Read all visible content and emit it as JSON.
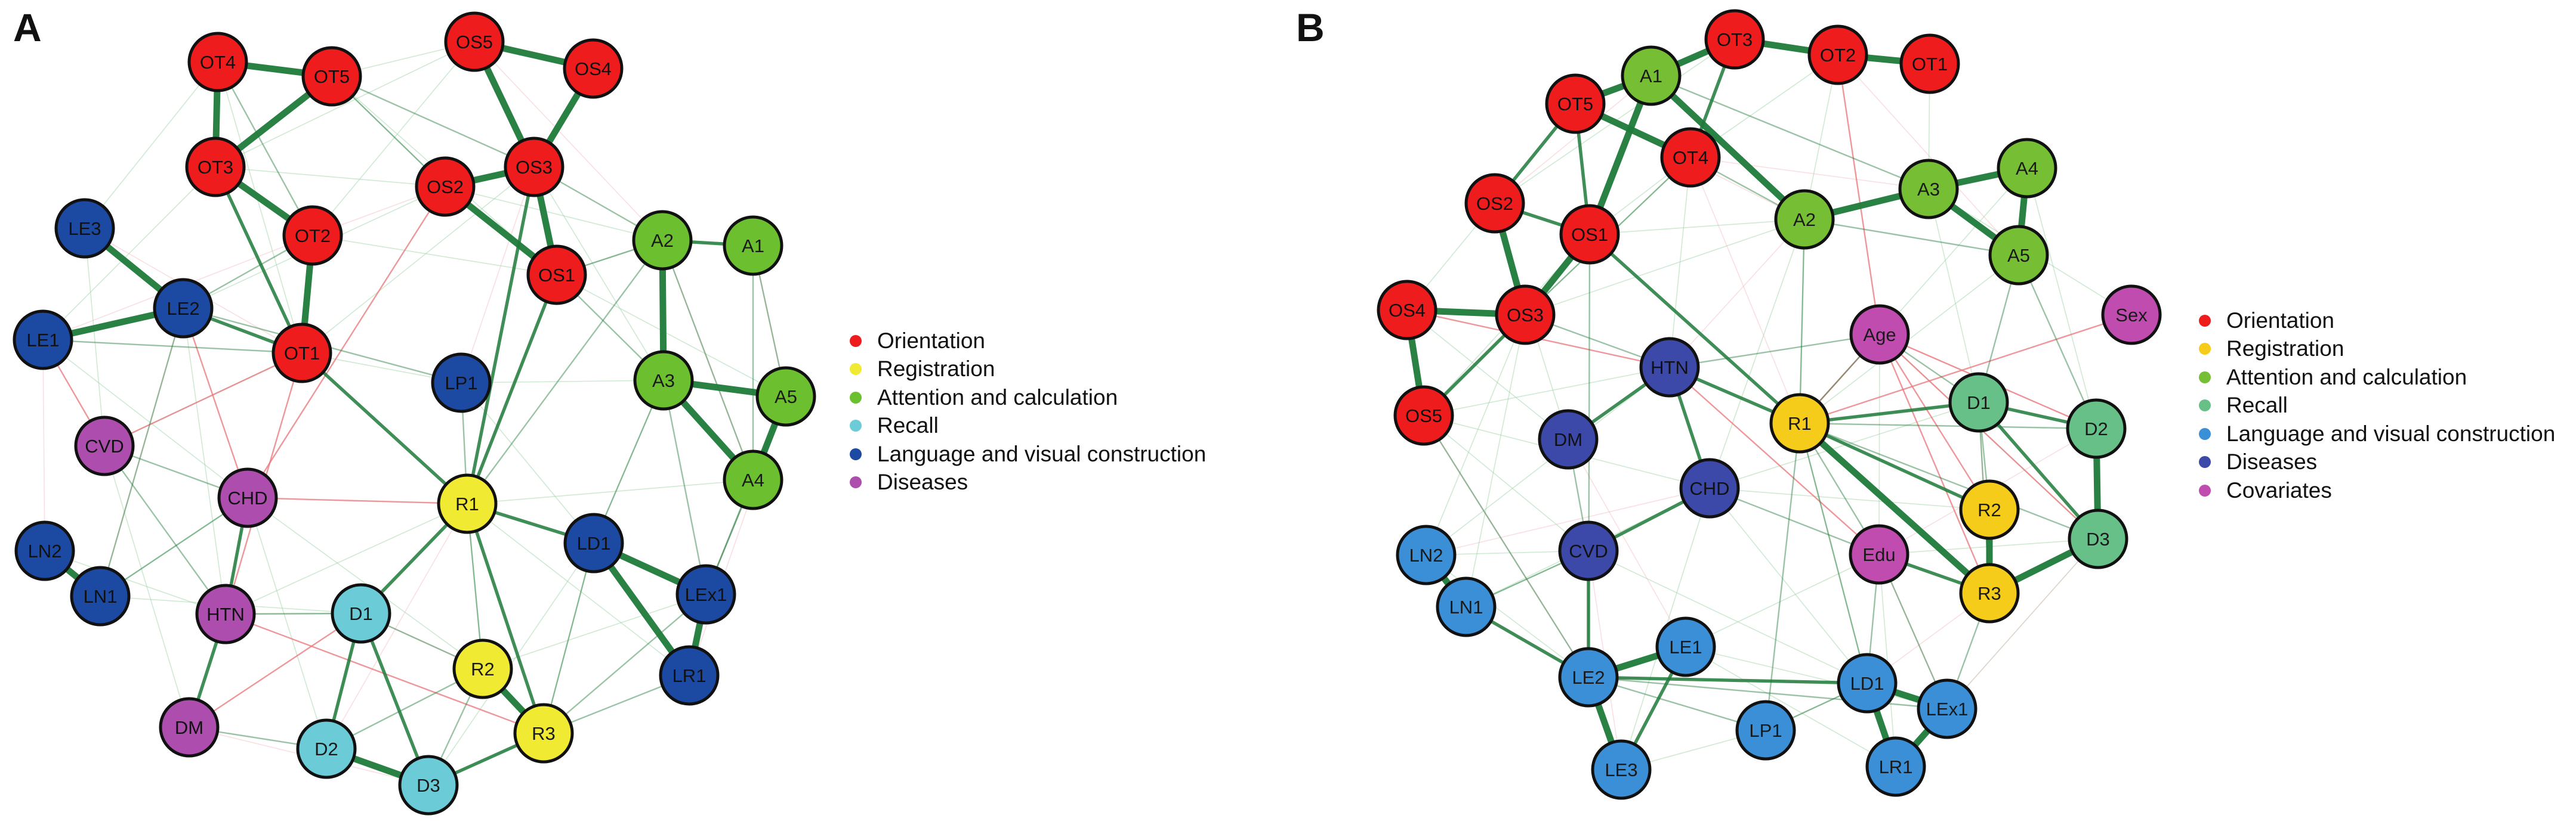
{
  "panels": [
    {
      "letter": "A",
      "colors": {
        "Orientation": "#ee1c1c",
        "Registration": "#f0ea33",
        "Attention and calculation": "#6cbf2e",
        "Recall": "#6bccd8",
        "Language and visual construction": "#1c4aa3",
        "Diseases": "#ad4eaf"
      },
      "legend": [
        {
          "label": "Orientation",
          "color": "#ee1c1c"
        },
        {
          "label": "Registration",
          "color": "#f0ea33"
        },
        {
          "label": "Attention and calculation",
          "color": "#6cbf2e"
        },
        {
          "label": "Recall",
          "color": "#6bccd8"
        },
        {
          "label": "Language and visual construction",
          "color": "#1c4aa3"
        },
        {
          "label": "Diseases",
          "color": "#ad4eaf"
        }
      ],
      "nodes": [
        {
          "label": "OT4",
          "group": "Orientation"
        },
        {
          "label": "OT5",
          "group": "Orientation"
        },
        {
          "label": "OS5",
          "group": "Orientation"
        },
        {
          "label": "OS4",
          "group": "Orientation"
        },
        {
          "label": "OT3",
          "group": "Orientation"
        },
        {
          "label": "OS2",
          "group": "Orientation"
        },
        {
          "label": "OS3",
          "group": "Orientation"
        },
        {
          "label": "OT2",
          "group": "Orientation"
        },
        {
          "label": "OS1",
          "group": "Orientation"
        },
        {
          "label": "OT1",
          "group": "Orientation"
        },
        {
          "label": "A2",
          "group": "Attention and calculation"
        },
        {
          "label": "A1",
          "group": "Attention and calculation"
        },
        {
          "label": "A3",
          "group": "Attention and calculation"
        },
        {
          "label": "A5",
          "group": "Attention and calculation"
        },
        {
          "label": "A4",
          "group": "Attention and calculation"
        },
        {
          "label": "LE3",
          "group": "Language and visual construction"
        },
        {
          "label": "LE2",
          "group": "Language and visual construction"
        },
        {
          "label": "LE1",
          "group": "Language and visual construction"
        },
        {
          "label": "LP1",
          "group": "Language and visual construction"
        },
        {
          "label": "LN2",
          "group": "Language and visual construction"
        },
        {
          "label": "LN1",
          "group": "Language and visual construction"
        },
        {
          "label": "LD1",
          "group": "Language and visual construction"
        },
        {
          "label": "LEx1",
          "group": "Language and visual construction"
        },
        {
          "label": "LR1",
          "group": "Language and visual construction"
        },
        {
          "label": "CVD",
          "group": "Diseases"
        },
        {
          "label": "CHD",
          "group": "Diseases"
        },
        {
          "label": "HTN",
          "group": "Diseases"
        },
        {
          "label": "DM",
          "group": "Diseases"
        },
        {
          "label": "R1",
          "group": "Registration"
        },
        {
          "label": "R2",
          "group": "Registration"
        },
        {
          "label": "R3",
          "group": "Registration"
        },
        {
          "label": "D1",
          "group": "Recall"
        },
        {
          "label": "D2",
          "group": "Recall"
        },
        {
          "label": "D3",
          "group": "Recall"
        }
      ],
      "edges": [
        [
          "OT4",
          "OT5",
          "s"
        ],
        [
          "OT4",
          "OT3",
          "s"
        ],
        [
          "OT5",
          "OT3",
          "s"
        ],
        [
          "OT3",
          "OT2",
          "s"
        ],
        [
          "OT2",
          "OT1",
          "s"
        ],
        [
          "OT3",
          "OT1",
          "m"
        ],
        [
          "OT5",
          "OS3",
          "w"
        ],
        [
          "OT5",
          "OS2",
          "w"
        ],
        [
          "OT4",
          "OT2",
          "w"
        ],
        [
          "OS5",
          "OS4",
          "s"
        ],
        [
          "OS5",
          "OS3",
          "s"
        ],
        [
          "OS4",
          "OS3",
          "s"
        ],
        [
          "OS2",
          "OS3",
          "s"
        ],
        [
          "OS2",
          "OS1",
          "s"
        ],
        [
          "OS3",
          "OS1",
          "s"
        ],
        [
          "OS3",
          "R1",
          "m"
        ],
        [
          "OS1",
          "R1",
          "m"
        ],
        [
          "OS3",
          "A2",
          "w"
        ],
        [
          "OS1",
          "A2",
          "w"
        ],
        [
          "OS1",
          "A3",
          "w"
        ],
        [
          "OT1",
          "R1",
          "m"
        ],
        [
          "A2",
          "A1",
          "m"
        ],
        [
          "A2",
          "A3",
          "s"
        ],
        [
          "A3",
          "A5",
          "s"
        ],
        [
          "A5",
          "A4",
          "s"
        ],
        [
          "A3",
          "A4",
          "s"
        ],
        [
          "A2",
          "A4",
          "w"
        ],
        [
          "A1",
          "A4",
          "w"
        ],
        [
          "LE3",
          "LE2",
          "s"
        ],
        [
          "LE2",
          "LE1",
          "s"
        ],
        [
          "LE2",
          "OT1",
          "m"
        ],
        [
          "LE2",
          "OT2",
          "w"
        ],
        [
          "LE2",
          "LP1",
          "w"
        ],
        [
          "LN2",
          "LN1",
          "s"
        ],
        [
          "LD1",
          "LEx1",
          "s"
        ],
        [
          "LD1",
          "LR1",
          "s"
        ],
        [
          "LEx1",
          "LR1",
          "s"
        ],
        [
          "LP1",
          "R1",
          "w"
        ],
        [
          "R1",
          "R2",
          "w"
        ],
        [
          "R1",
          "R3",
          "m"
        ],
        [
          "R2",
          "R3",
          "s"
        ],
        [
          "R1",
          "D1",
          "m"
        ],
        [
          "R1",
          "LD1",
          "m"
        ],
        [
          "D3",
          "R3",
          "m"
        ],
        [
          "D1",
          "D2",
          "m"
        ],
        [
          "D1",
          "D3",
          "m"
        ],
        [
          "D2",
          "D3",
          "s"
        ],
        [
          "D2",
          "R2",
          "w"
        ],
        [
          "D3",
          "R2",
          "w"
        ],
        [
          "D1",
          "R2",
          "w"
        ],
        [
          "CHD",
          "HTN",
          "m"
        ],
        [
          "HTN",
          "DM",
          "m"
        ],
        [
          "CVD",
          "CHD",
          "w"
        ],
        [
          "CVD",
          "HTN",
          "w"
        ],
        [
          "CHD",
          "LN1",
          "w"
        ],
        [
          "LN1",
          "LE2",
          "w"
        ],
        [
          "HTN",
          "D1",
          "w"
        ],
        [
          "DM",
          "D2",
          "w"
        ],
        [
          "A3",
          "LEx1",
          "w"
        ],
        [
          "A4",
          "LEx1",
          "w"
        ],
        [
          "A5",
          "LEx1",
          "w"
        ],
        [
          "LD1",
          "A3",
          "w"
        ],
        [
          "LR1",
          "R3",
          "w"
        ],
        [
          "A2",
          "R1",
          "w"
        ],
        [
          "LE1",
          "OT1",
          "w"
        ],
        [
          "A1",
          "A5",
          "w"
        ],
        [
          "LD1",
          "R3",
          "w"
        ],
        [
          "LEx1",
          "R3",
          "w"
        ]
      ],
      "negative_edges": [
        [
          "CVD",
          "OT1"
        ],
        [
          "LE2",
          "CHD"
        ],
        [
          "CHD",
          "OS2"
        ],
        [
          "HTN",
          "OT1"
        ],
        [
          "DM",
          "D1"
        ],
        [
          "CHD",
          "R1"
        ],
        [
          "HTN",
          "R3"
        ],
        [
          "CVD",
          "LE1"
        ]
      ]
    },
    {
      "letter": "B",
      "colors": {
        "Orientation": "#ee1c1c",
        "Registration": "#f5cc1a",
        "Attention and calculation": "#76bf34",
        "Recall": "#67c088",
        "Language and visual construction": "#3a8fd6",
        "Diseases": "#3d49a8",
        "Covariates": "#c14cb0"
      },
      "legend": [
        {
          "label": "Orientation",
          "color": "#ee1c1c"
        },
        {
          "label": "Registration",
          "color": "#f5cc1a"
        },
        {
          "label": "Attention and calculation",
          "color": "#76bf34"
        },
        {
          "label": "Recall",
          "color": "#67c088"
        },
        {
          "label": "Language and visual construction",
          "color": "#3a8fd6"
        },
        {
          "label": "Diseases",
          "color": "#3d49a8"
        },
        {
          "label": "Covariates",
          "color": "#c14cb0"
        }
      ],
      "nodes": [
        {
          "label": "OT3",
          "group": "Orientation"
        },
        {
          "label": "OT2",
          "group": "Orientation"
        },
        {
          "label": "OT1",
          "group": "Orientation"
        },
        {
          "label": "A1",
          "group": "Attention and calculation"
        },
        {
          "label": "OT5",
          "group": "Orientation"
        },
        {
          "label": "OT4",
          "group": "Orientation"
        },
        {
          "label": "A4",
          "group": "Attention and calculation"
        },
        {
          "label": "A3",
          "group": "Attention and calculation"
        },
        {
          "label": "A2",
          "group": "Attention and calculation"
        },
        {
          "label": "OS2",
          "group": "Orientation"
        },
        {
          "label": "OS1",
          "group": "Orientation"
        },
        {
          "label": "A5",
          "group": "Attention and calculation"
        },
        {
          "label": "OS4",
          "group": "Orientation"
        },
        {
          "label": "OS3",
          "group": "Orientation"
        },
        {
          "label": "Sex",
          "group": "Covariates"
        },
        {
          "label": "Age",
          "group": "Covariates"
        },
        {
          "label": "HTN",
          "group": "Diseases"
        },
        {
          "label": "OS5",
          "group": "Orientation"
        },
        {
          "label": "DM",
          "group": "Diseases"
        },
        {
          "label": "R1",
          "group": "Registration"
        },
        {
          "label": "D1",
          "group": "Recall"
        },
        {
          "label": "D2",
          "group": "Recall"
        },
        {
          "label": "CHD",
          "group": "Diseases"
        },
        {
          "label": "R2",
          "group": "Registration"
        },
        {
          "label": "D3",
          "group": "Recall"
        },
        {
          "label": "CVD",
          "group": "Diseases"
        },
        {
          "label": "LN2",
          "group": "Language and visual construction"
        },
        {
          "label": "Edu",
          "group": "Covariates"
        },
        {
          "label": "R3",
          "group": "Registration"
        },
        {
          "label": "LN1",
          "group": "Language and visual construction"
        },
        {
          "label": "LE1",
          "group": "Language and visual construction"
        },
        {
          "label": "LE2",
          "group": "Language and visual construction"
        },
        {
          "label": "LD1",
          "group": "Language and visual construction"
        },
        {
          "label": "LEx1",
          "group": "Language and visual construction"
        },
        {
          "label": "LP1",
          "group": "Language and visual construction"
        },
        {
          "label": "LE3",
          "group": "Language and visual construction"
        },
        {
          "label": "LR1",
          "group": "Language and visual construction"
        }
      ],
      "edges": [
        [
          "OT3",
          "OT2",
          "s"
        ],
        [
          "OT2",
          "OT1",
          "s"
        ],
        [
          "A1",
          "OT3",
          "s"
        ],
        [
          "A1",
          "OT5",
          "s"
        ],
        [
          "OT5",
          "OT4",
          "s"
        ],
        [
          "OT3",
          "OT4",
          "m"
        ],
        [
          "A1",
          "OS1",
          "s"
        ],
        [
          "OT5",
          "OS1",
          "m"
        ],
        [
          "OS2",
          "OS1",
          "m"
        ],
        [
          "OS2",
          "OS3",
          "s"
        ],
        [
          "OS1",
          "OS3",
          "s"
        ],
        [
          "OS4",
          "OS3",
          "s"
        ],
        [
          "OS4",
          "OS5",
          "s"
        ],
        [
          "OS3",
          "OS5",
          "m"
        ],
        [
          "OT4",
          "OS3",
          "w"
        ],
        [
          "OT5",
          "OS2",
          "m"
        ],
        [
          "A1",
          "A2",
          "s"
        ],
        [
          "A2",
          "A3",
          "s"
        ],
        [
          "A3",
          "A4",
          "s"
        ],
        [
          "A4",
          "A5",
          "s"
        ],
        [
          "A3",
          "A5",
          "s"
        ],
        [
          "A2",
          "A5",
          "w"
        ],
        [
          "OT4",
          "A2",
          "w"
        ],
        [
          "A1",
          "A3",
          "w"
        ],
        [
          "OS1",
          "R1",
          "m"
        ],
        [
          "R1",
          "D1",
          "m"
        ],
        [
          "R1",
          "R3",
          "s"
        ],
        [
          "R1",
          "R2",
          "m"
        ],
        [
          "R2",
          "R3",
          "s"
        ],
        [
          "R3",
          "D3",
          "s"
        ],
        [
          "D1",
          "D2",
          "m"
        ],
        [
          "D2",
          "D3",
          "s"
        ],
        [
          "D1",
          "D3",
          "m"
        ],
        [
          "D1",
          "R3",
          "w"
        ],
        [
          "D1",
          "R2",
          "w"
        ],
        [
          "R1",
          "D2",
          "w"
        ],
        [
          "A5",
          "D1",
          "w"
        ],
        [
          "A5",
          "D2",
          "w"
        ],
        [
          "HTN",
          "CHD",
          "m"
        ],
        [
          "HTN",
          "DM",
          "m"
        ],
        [
          "CHD",
          "CVD",
          "m"
        ],
        [
          "DM",
          "CVD",
          "w"
        ],
        [
          "HTN",
          "Age",
          "w"
        ],
        [
          "CHD",
          "Edu",
          "w"
        ],
        [
          "Age",
          "D1",
          "w"
        ],
        [
          "Age",
          "R1",
          "w"
        ],
        [
          "Edu",
          "R1",
          "w"
        ],
        [
          "Edu",
          "R3",
          "m"
        ],
        [
          "HTN",
          "R1",
          "m"
        ],
        [
          "OS3",
          "HTN",
          "w"
        ],
        [
          "LN2",
          "LN1",
          "s"
        ],
        [
          "LN1",
          "LE2",
          "m"
        ],
        [
          "LE2",
          "LE1",
          "s"
        ],
        [
          "LE2",
          "LE3",
          "s"
        ],
        [
          "LE1",
          "LE3",
          "m"
        ],
        [
          "LE2",
          "LD1",
          "m"
        ],
        [
          "LD1",
          "LEx1",
          "s"
        ],
        [
          "LD1",
          "LR1",
          "s"
        ],
        [
          "LEx1",
          "LR1",
          "s"
        ],
        [
          "LE2",
          "LP1",
          "w"
        ],
        [
          "LP1",
          "LD1",
          "w"
        ],
        [
          "LE2",
          "CVD",
          "m"
        ],
        [
          "LP1",
          "R1",
          "w"
        ],
        [
          "LD1",
          "R1",
          "w"
        ],
        [
          "OS5",
          "LE2",
          "w"
        ],
        [
          "CVD",
          "LN1",
          "w"
        ],
        [
          "Edu",
          "LEx1",
          "w"
        ],
        [
          "Edu",
          "LD1",
          "w"
        ],
        [
          "LEx1",
          "R3",
          "w"
        ],
        [
          "LE2",
          "LEx1",
          "w"
        ],
        [
          "OS1",
          "LE2",
          "w"
        ],
        [
          "D3",
          "R1",
          "w"
        ],
        [
          "A2",
          "R1",
          "w"
        ]
      ],
      "negative_edges": [
        [
          "Age",
          "D2"
        ],
        [
          "Age",
          "R2"
        ],
        [
          "Age",
          "R3"
        ],
        [
          "OT2",
          "Age"
        ],
        [
          "Sex",
          "R1"
        ],
        [
          "Edu",
          "HTN"
        ],
        [
          "Age",
          "D3"
        ],
        [
          "OS4",
          "HTN"
        ],
        [
          "R1",
          "Age"
        ]
      ]
    }
  ]
}
